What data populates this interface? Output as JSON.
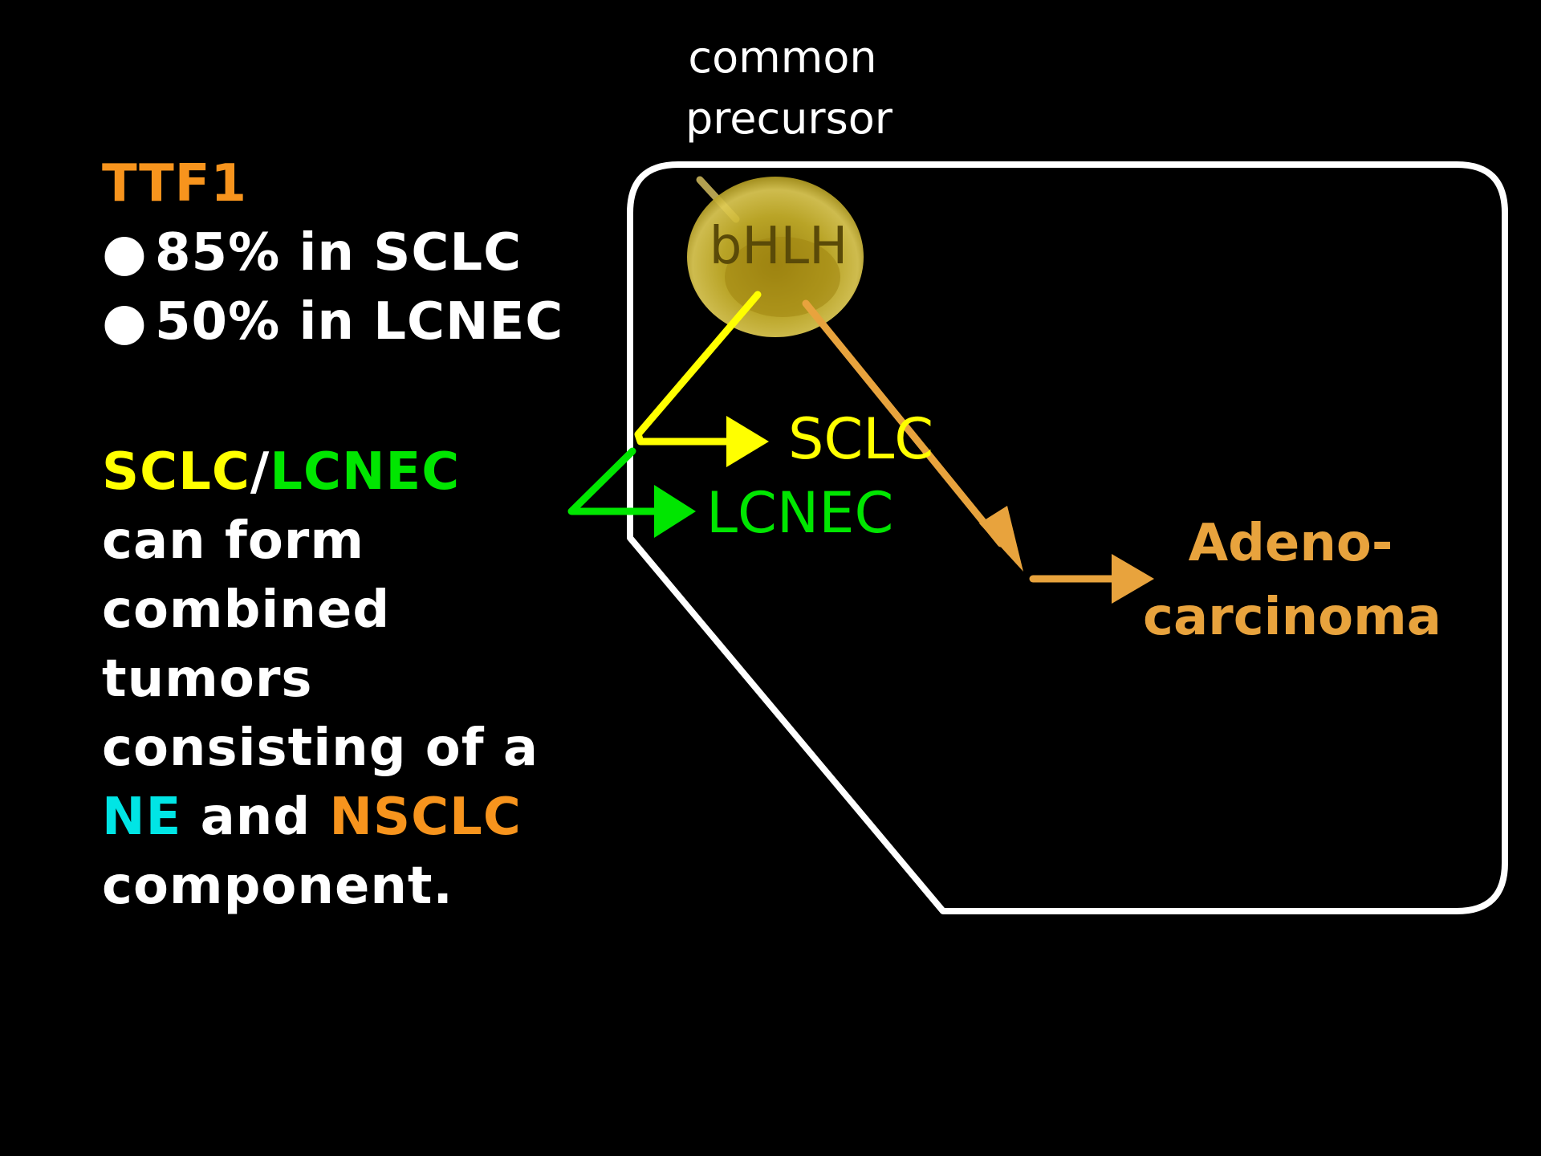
{
  "colors": {
    "background": "#000000",
    "text": "#ffffff",
    "ttf1": "#f7941d",
    "sclc": "#ffff00",
    "lcnec": "#00e600",
    "ne": "#00e5e5",
    "nsclc": "#f7941d",
    "adeno": "#e8a33d",
    "bhlh_fill": "#c9b22a",
    "precursor_label": "#ffffff"
  },
  "ttf1": {
    "title": "TTF1",
    "bullet_glyph": "●",
    "bullets": [
      {
        "percent": "85%",
        "text": "in SCLC"
      },
      {
        "percent": "50%",
        "text": "in LCNEC"
      }
    ]
  },
  "combined": {
    "sclc": "SCLC",
    "slash": "/",
    "lcnec": "LCNEC",
    "line2": "can form",
    "line3": "combined",
    "line4": "tumors",
    "line5": "consisting of a",
    "ne": "NE",
    "and": " and ",
    "nsclc": "NSCLC",
    "line7": "component."
  },
  "diagram": {
    "precursor_line1": "common",
    "precursor_line2": "precursor",
    "node_label": "bHLH",
    "sclc_label": "SCLC",
    "lcnec_label": "LCNEC",
    "adeno_line1": "Adeno-",
    "adeno_line2": "carcinoma"
  }
}
